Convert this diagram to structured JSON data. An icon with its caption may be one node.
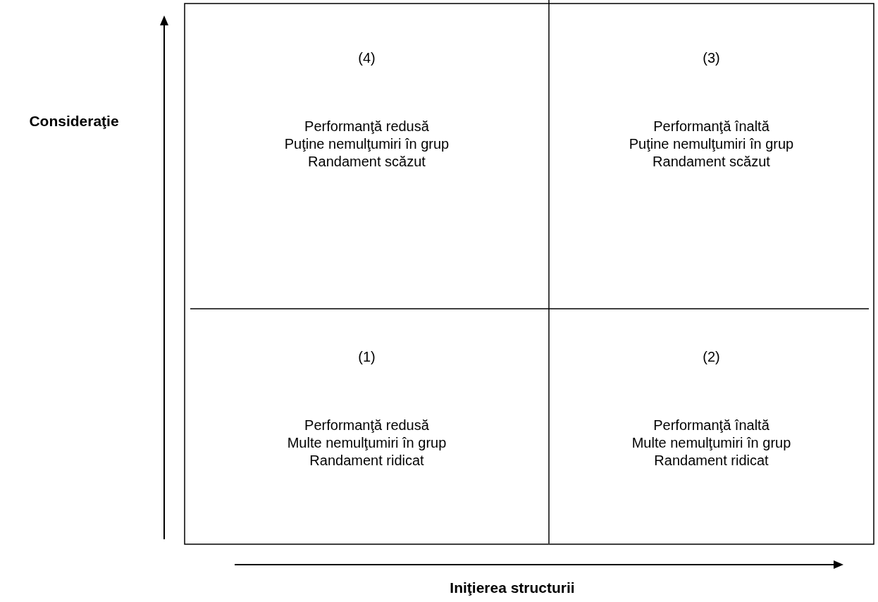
{
  "diagram": {
    "nodes": [
      {
        "text": [
          "(4)",
          "Performanţă redusă",
          "Puţine nemulţumiri în grup",
          "Randament scăzut"
        ]
      },
      {
        "text": [
          "(3)",
          "Performanţă înaltă",
          "Puţine nemulţumiri în grup",
          "Randament scăzut"
        ]
      },
      {
        "text": [
          "(1)",
          "Performanţă redusă",
          "Multe nemulţumiri în grup",
          "Randament ridicat"
        ]
      },
      {
        "text": [
          "(2)",
          "Performanţă înaltă",
          "Multe nemulţumiri în grup",
          "Randament ridicat"
        ]
      }
    ],
    "labels": [
      "Consideraţie",
      "Iniţierea structurii"
    ]
  }
}
